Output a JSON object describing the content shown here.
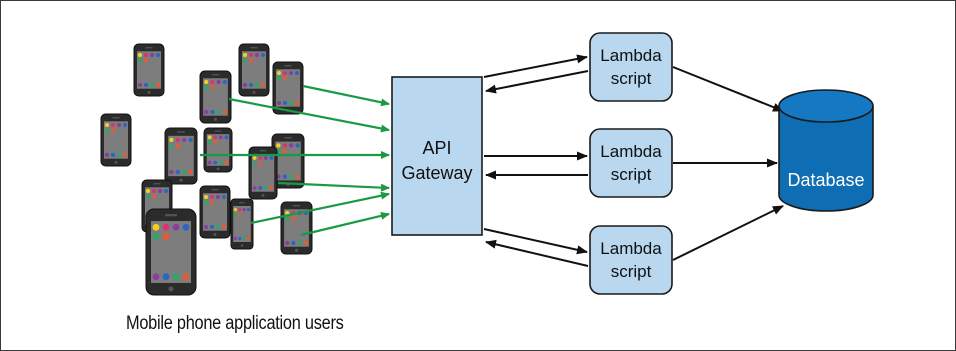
{
  "caption": "Mobile phone application users",
  "gateway": {
    "line1": "API",
    "line2": "Gateway"
  },
  "lambdas": [
    {
      "line1": "Lambda",
      "line2": "script"
    },
    {
      "line1": "Lambda",
      "line2": "script"
    },
    {
      "line1": "Lambda",
      "line2": "script"
    }
  ],
  "database": {
    "label": "Database"
  },
  "colors": {
    "box_fill": "#b9d7ee",
    "box_stroke": "#1a1a1a",
    "green_arrow": "#1a9a46",
    "db_fill": "#0f6db3",
    "phone_body": "#2b2b2b",
    "phone_screen": "#7d7d7d",
    "phone_dots": [
      "#f2d21e",
      "#e0306e",
      "#8a3ca0",
      "#2a66c4",
      "#2aa86a",
      "#e85a32"
    ]
  }
}
